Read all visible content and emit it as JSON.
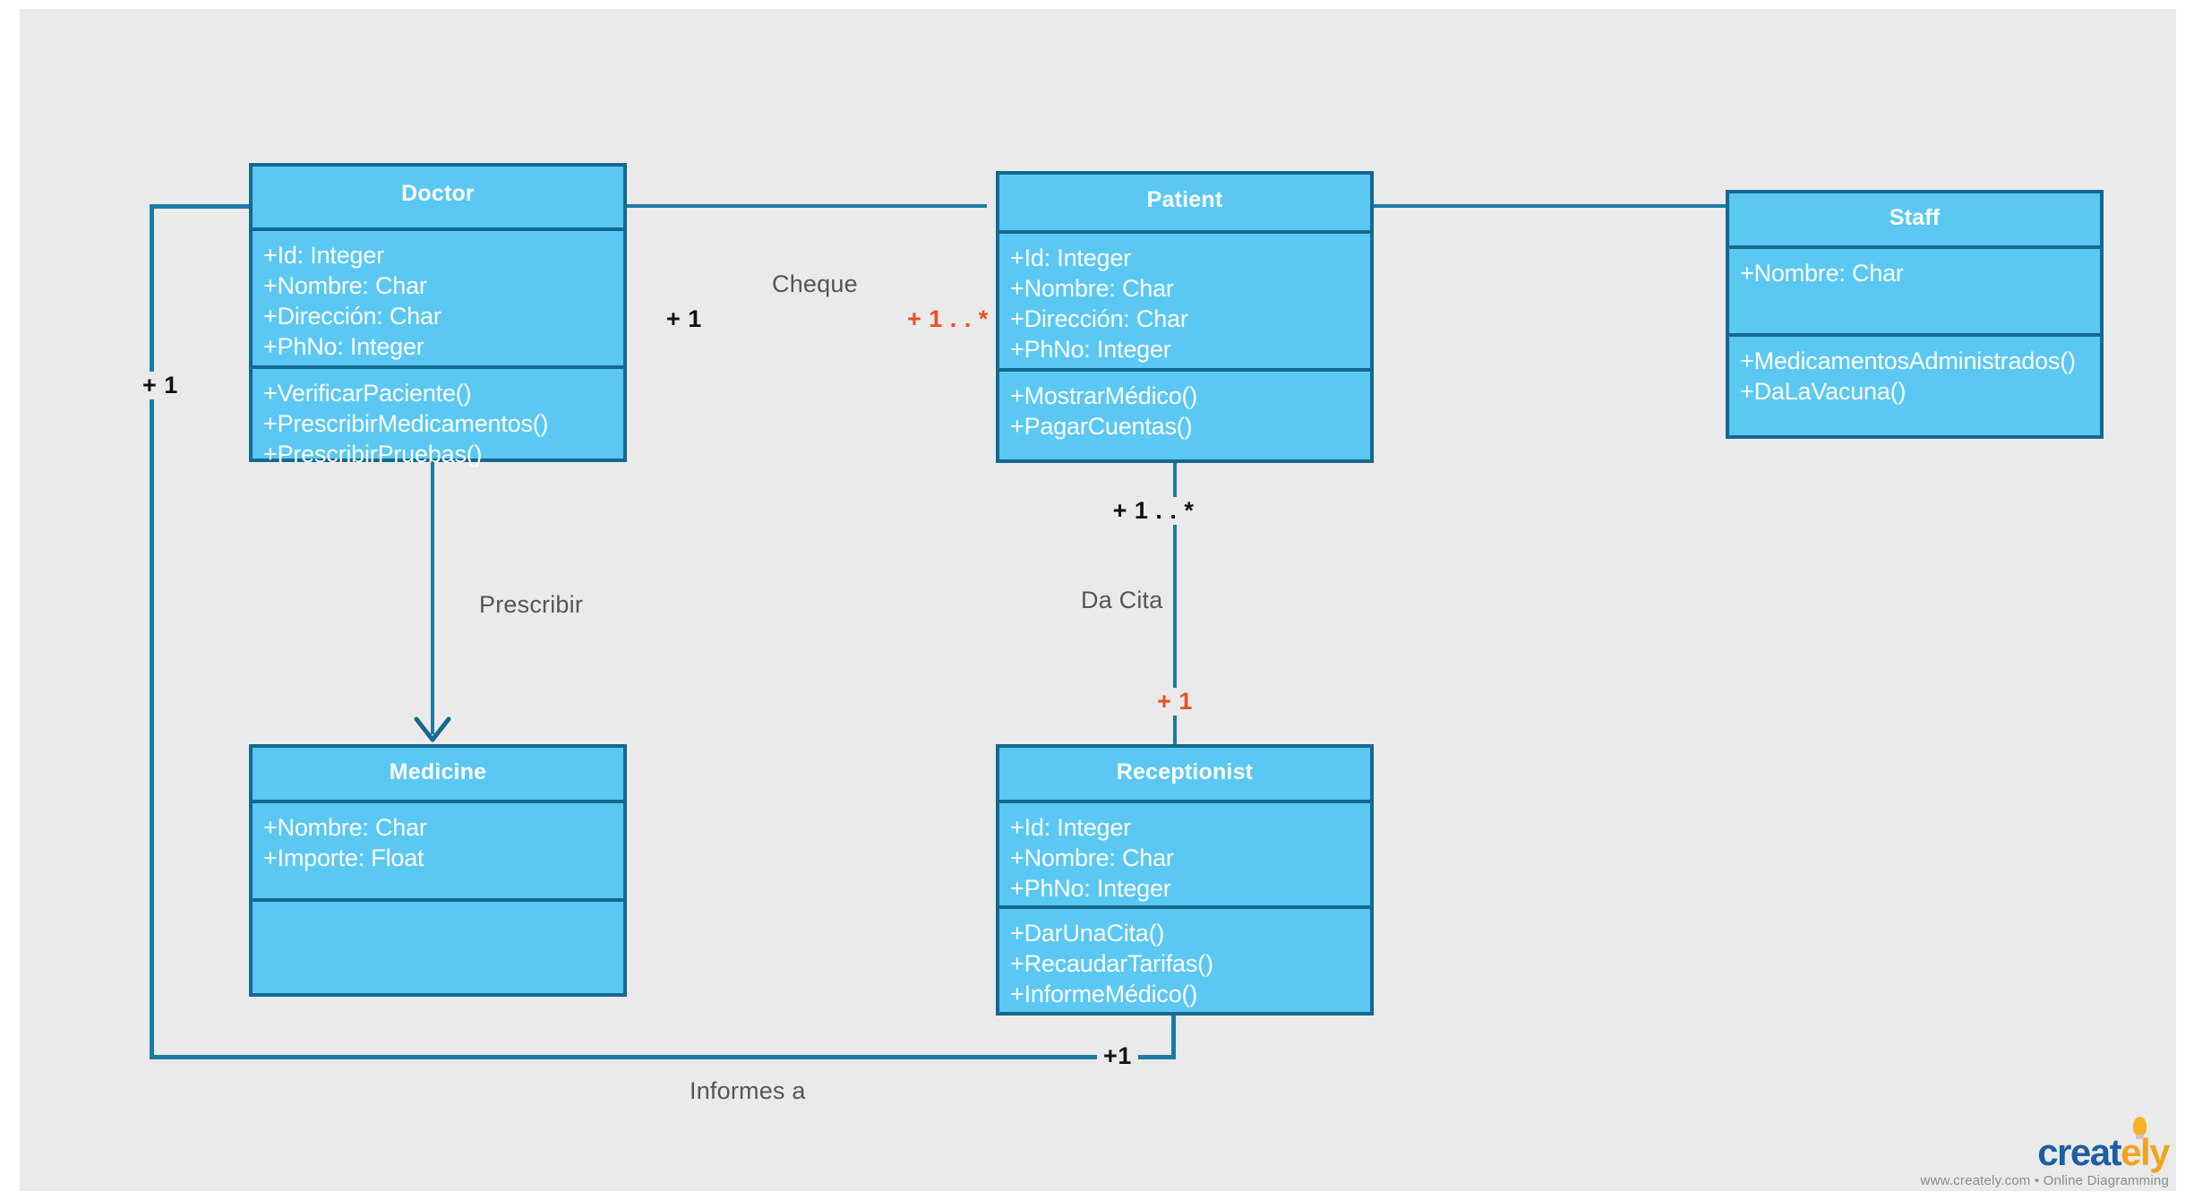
{
  "diagram": {
    "type": "uml-class-diagram",
    "background": "#eaeaea",
    "class_fill": "#5ac8f2",
    "class_border": "#15688e",
    "connector_color": "#1b7ba6",
    "multiplicity_color": "#111111",
    "multiplicity_accent_color": "#e8502a",
    "label_color": "#555555"
  },
  "classes": {
    "doctor": {
      "name": "Doctor",
      "attributes": [
        "+Id: Integer",
        "+Nombre: Char",
        "+Dirección: Char",
        "+PhNo: Integer"
      ],
      "methods": [
        "+VerificarPaciente()",
        "+PrescribirMedicamentos()",
        "+PrescribirPruebas()"
      ]
    },
    "patient": {
      "name": "Patient",
      "attributes": [
        "+Id: Integer",
        "+Nombre: Char",
        "+Dirección: Char",
        "+PhNo: Integer"
      ],
      "methods": [
        "+MostrarMédico()",
        "+PagarCuentas()"
      ]
    },
    "staff": {
      "name": "Staff",
      "attributes": [
        "+Nombre: Char"
      ],
      "methods": [
        "+MedicamentosAdministrados()",
        "+DaLaVacuna()"
      ]
    },
    "medicine": {
      "name": "Medicine",
      "attributes": [
        "+Nombre: Char",
        "+Importe: Float"
      ],
      "methods": []
    },
    "receptionist": {
      "name": "Receptionist",
      "attributes": [
        "+Id: Integer",
        "+Nombre: Char",
        "+PhNo: Integer"
      ],
      "methods": [
        "+DarUnaCita()",
        "+RecaudarTarifas()",
        "+InformeMédico()"
      ]
    }
  },
  "relationships": {
    "cheque": {
      "label": "Cheque",
      "source_multiplicity": "+ 1",
      "target_multiplicity": "+ 1 . . *"
    },
    "da_cita": {
      "label": "Da Cita",
      "source_multiplicity": "+ 1 . . *",
      "target_multiplicity": "+ 1"
    },
    "prescribir": {
      "label": "Prescribir",
      "source_multiplicity": "",
      "target_multiplicity": ""
    },
    "informes_a": {
      "label": "Informes a",
      "source_multiplicity": "+ 1",
      "target_multiplicity": "+1"
    },
    "patient_staff": {
      "label": "",
      "source_multiplicity": "",
      "target_multiplicity": ""
    }
  },
  "watermark": {
    "brand_part1": "creat",
    "brand_part2": "ely",
    "tagline": "www.creately.com • Online Diagramming"
  }
}
